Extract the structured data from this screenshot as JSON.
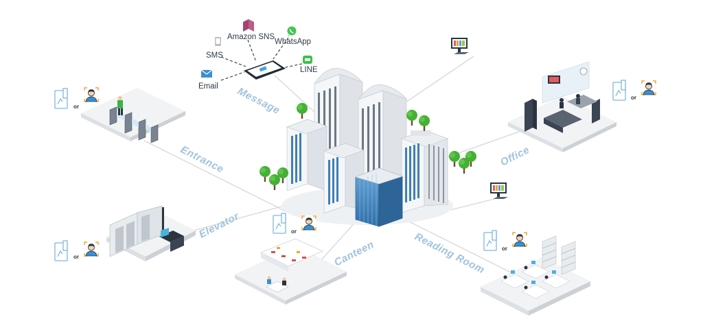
{
  "zones": {
    "entrance": "Entrance",
    "elevator": "Elevator",
    "canteen": "Canteen",
    "reading_room": "Reading Room",
    "office": "Office",
    "message": "Message"
  },
  "channels": {
    "email": "Email",
    "sms": "SMS",
    "amazon_sns": "Amazon SNS",
    "whatsapp": "WhatsApp",
    "line": "LINE"
  },
  "auth": {
    "or": "or"
  },
  "colors": {
    "label_blue": "#9fc3de",
    "line_gray": "#d6d9dd",
    "building_blue": "#3f7fb5",
    "tree_green": "#45b035",
    "whatsapp_green": "#43c553",
    "line_green": "#3bc14a",
    "sns_purple": "#a0446e",
    "email_blue": "#3c8fd1"
  }
}
